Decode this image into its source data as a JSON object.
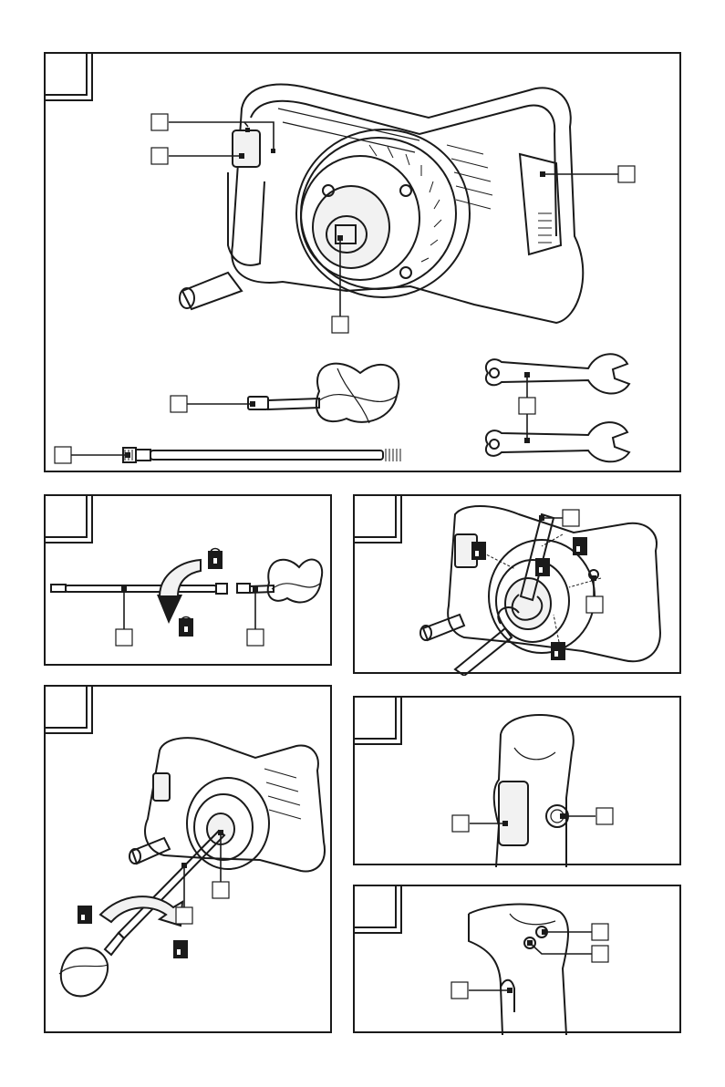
{
  "panels": [
    {
      "id": "A",
      "label": ""
    },
    {
      "id": "B",
      "label": ""
    },
    {
      "id": "C",
      "label": ""
    },
    {
      "id": "D",
      "label": ""
    },
    {
      "id": "E",
      "label": ""
    },
    {
      "id": "F",
      "label": ""
    }
  ],
  "callouts": {
    "a1": "",
    "a2": "",
    "a3": "",
    "a4": "",
    "a5": "",
    "a6": "",
    "a7": "",
    "b1": "",
    "b2": "",
    "c1": "",
    "c2": "",
    "d1": "",
    "d2": "",
    "e1": "",
    "e2": "",
    "f1": "",
    "f2": "",
    "f3": ""
  },
  "icons": {
    "lock_closed": "lock-closed-icon",
    "lock_open": "lock-open-icon",
    "rotation_arrow": "curved-arrow-icon"
  }
}
